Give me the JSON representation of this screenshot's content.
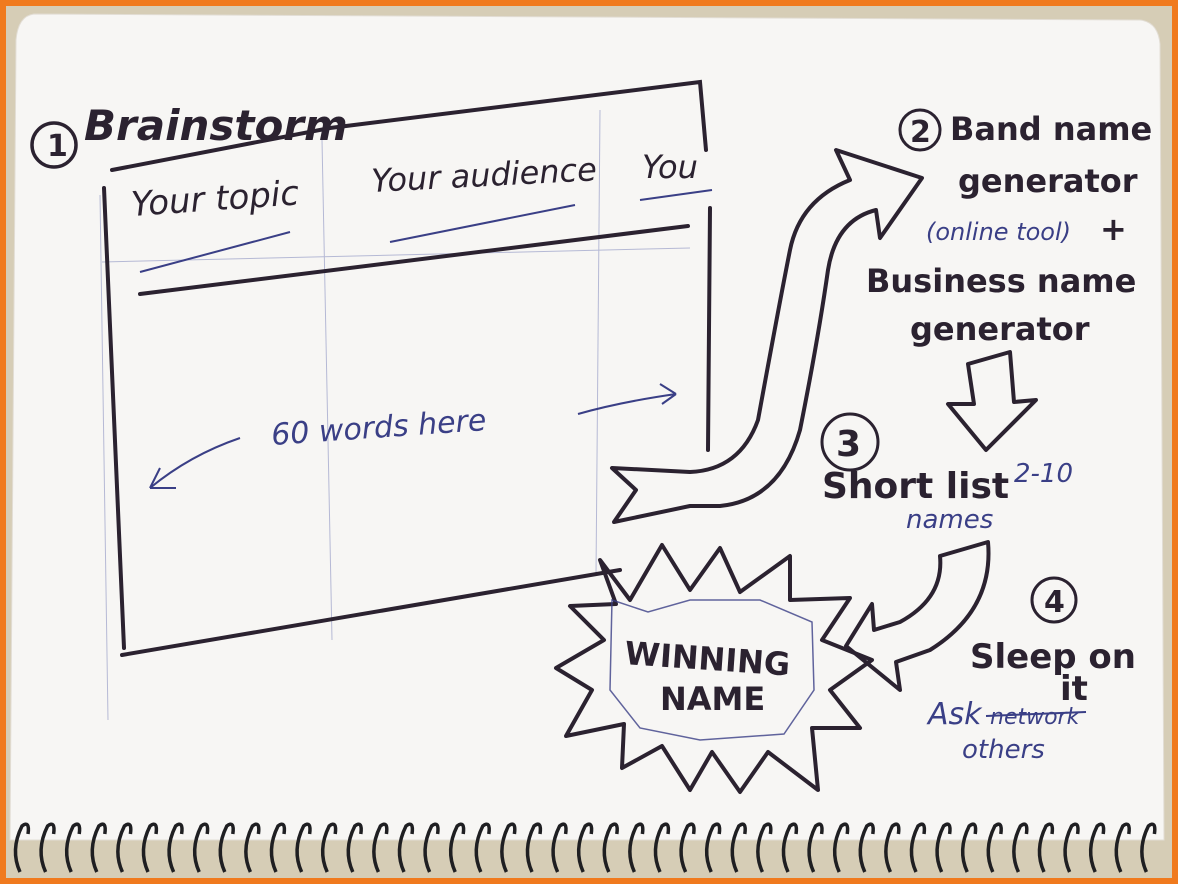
{
  "step1": {
    "number": "1",
    "title": "Brainstorm"
  },
  "columns": [
    "Your topic",
    "Your audience",
    "You"
  ],
  "words_note": "60 words here",
  "step2": {
    "number": "2",
    "line1": "Band name",
    "line2": "generator",
    "note": "(online tool)",
    "plus": "+",
    "line3": "Business name",
    "line4": "generator"
  },
  "step3": {
    "number": "3",
    "line1": "Short list",
    "range": "2-10",
    "line2": "names"
  },
  "step4": {
    "number": "4",
    "line1": "Sleep on",
    "line2": "it",
    "ask": "Ask",
    "struck": "network",
    "others": "others"
  },
  "winner": {
    "line1": "WINNING",
    "line2": "NAME"
  },
  "colors": {
    "border": "#f07a1e",
    "paper": "#f7f6f4",
    "marker": "#2b2230",
    "pen": "#3a3f86",
    "wall": "#d6cdb6"
  }
}
